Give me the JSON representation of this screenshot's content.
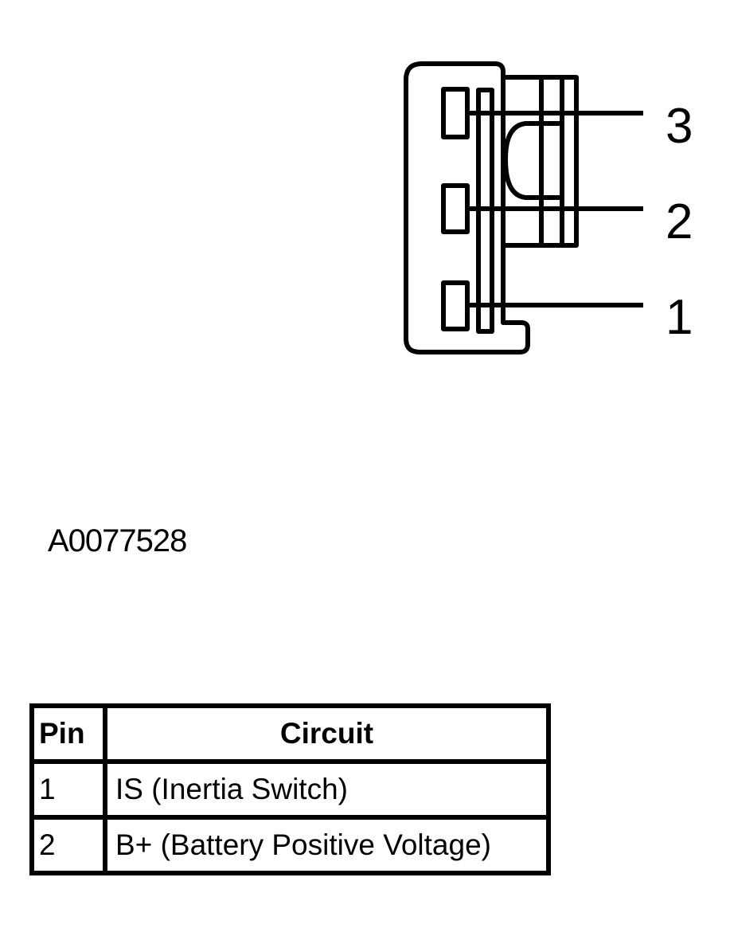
{
  "diagram": {
    "pin_labels": [
      "3",
      "2",
      "1"
    ]
  },
  "figure_id": "A0077528",
  "table": {
    "headers": [
      "Pin",
      "Circuit"
    ],
    "rows": [
      {
        "pin": "1",
        "circuit": "IS (Inertia Switch)"
      },
      {
        "pin": "2",
        "circuit": "B+ (Battery Positive Voltage)"
      }
    ]
  }
}
